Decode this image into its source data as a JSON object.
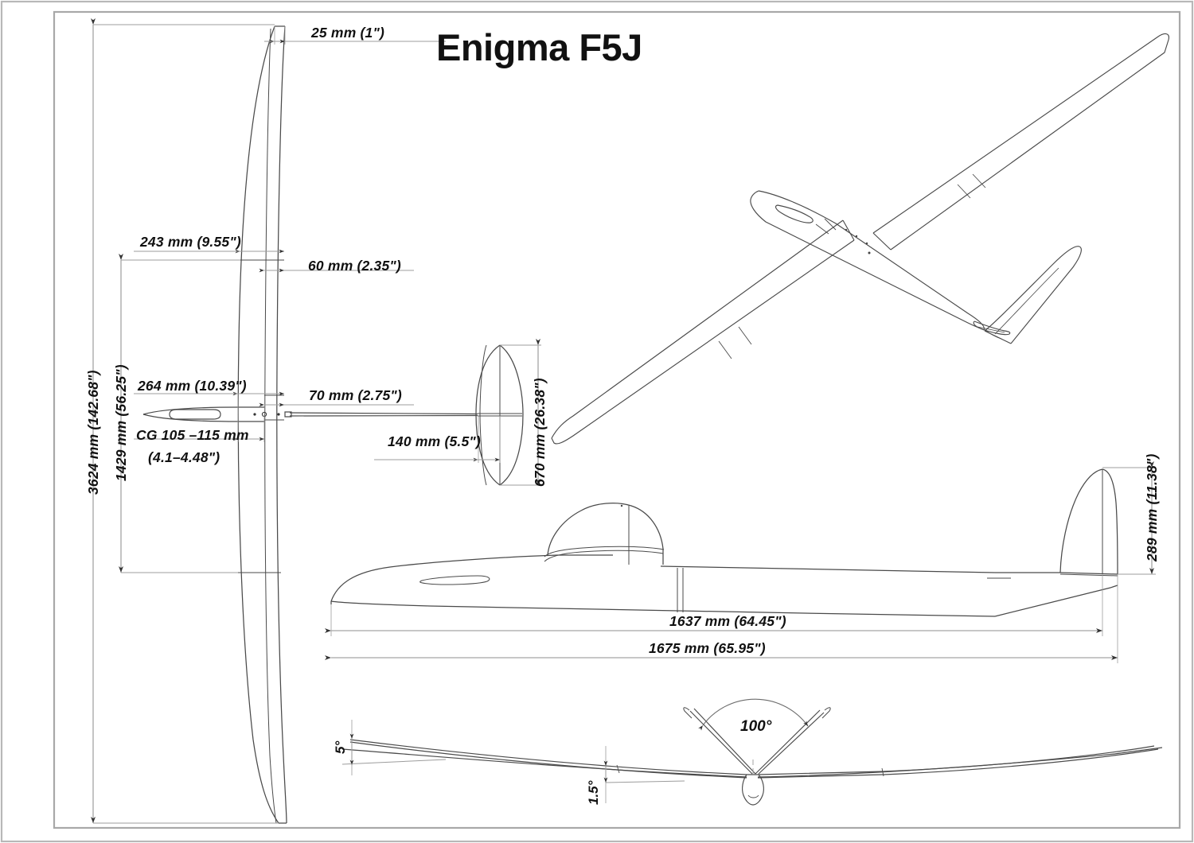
{
  "title": "Enigma F5J",
  "drawing_type": "three-view technical drawing of an RC sailplane (glider)",
  "views": {
    "planform": "wing top view, left",
    "perspective": "3/4 perspective view, top right",
    "side": "fuselage side view, center right",
    "front": "front view showing dihedral and V-tail, bottom"
  },
  "dimensions": {
    "tip_chord": "25 mm (1\")",
    "root_panel_chord": "243 mm (9.55\")",
    "aileron_chord": "60 mm (2.35\")",
    "center_chord": "264 mm (10.39\")",
    "flap_chord": "70 mm (2.75\")",
    "wingspan": "3624 mm (142.68\")",
    "center_panel_span": "1429 mm (56.25\")",
    "cg_line1": "CG 105 –115 mm",
    "cg_line2": "(4.1–4.48\")",
    "tail_chord": "140 mm (5.5\")",
    "tail_span": "670 mm (26.38\")",
    "fuselage_body": "1637 mm (64.45\")",
    "fuselage_total": "1675 mm (65.95\")",
    "fin_height": "289 mm (11.38\")"
  },
  "angles": {
    "dihedral_outer": "5°",
    "dihedral_inner": "1.5°",
    "vtail_angle": "100°"
  },
  "colors": {
    "line": "#3a3a3a",
    "dim_line": "#8a8a8a",
    "text": "#111111",
    "frame": "#aaaaaa",
    "background": "#ffffff"
  }
}
